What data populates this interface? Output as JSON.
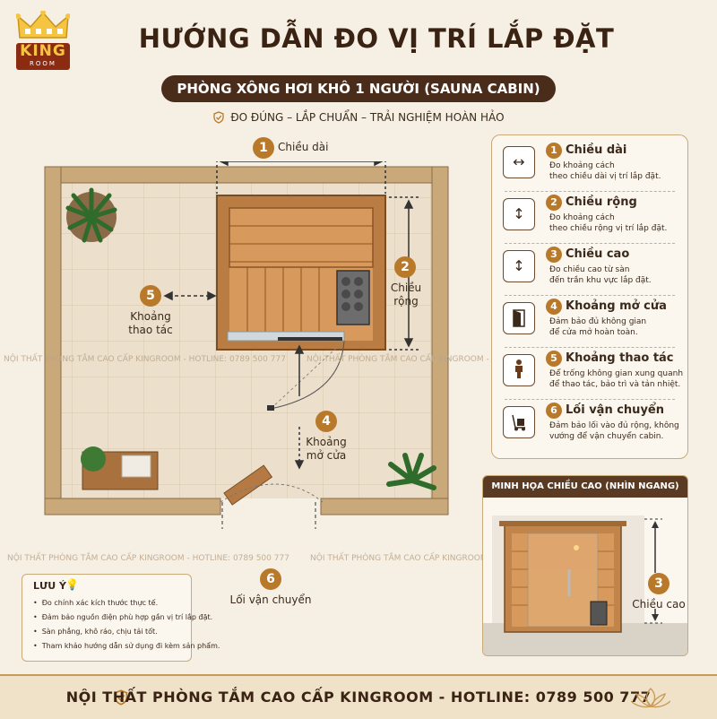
{
  "logo": {
    "main": "KING",
    "sub": "ROOM"
  },
  "header": {
    "title": "HƯỚNG DẪN ĐO VỊ TRÍ LẮP ĐẶT",
    "subtitle": "PHÒNG XÔNG HƠI KHÔ 1 NGƯỜI (SAUNA CABIN)",
    "tagline": "ĐO ĐÚNG – LẮP CHUẨN – TRẢI NGHIỆM HOÀN HẢO"
  },
  "plan": {
    "length": {
      "num": "1",
      "label": "Chiều dài"
    },
    "width": {
      "num": "2",
      "label1": "Chiều",
      "label2": "rộng"
    },
    "door": {
      "num": "4",
      "label1": "Khoảng",
      "label2": "mở cửa"
    },
    "operate": {
      "num": "5",
      "label1": "Khoảng",
      "label2": "thao tác"
    },
    "transport": {
      "num": "6",
      "label": "Lối vận chuyển"
    }
  },
  "legend": {
    "items": [
      {
        "num": "1",
        "icon": "horizontal-arrows-icon",
        "glyph": "↔",
        "title": "Chiều dài",
        "desc1": "Đo khoảng cách",
        "desc2": "theo chiều dài vị trí lắp đặt."
      },
      {
        "num": "2",
        "icon": "vertical-arrows-icon",
        "glyph": "↕",
        "title": "Chiều rộng",
        "desc1": "Đo khoảng cách",
        "desc2": "theo chiều rộng vị trí lắp đặt."
      },
      {
        "num": "3",
        "icon": "height-arrows-icon",
        "glyph": "↕",
        "title": "Chiều cao",
        "desc1": "Đo chiều cao từ sàn",
        "desc2": "đến trần khu vực lắp đặt."
      },
      {
        "num": "4",
        "icon": "door-icon",
        "glyph": "🚪",
        "title": "Khoảng mở cửa",
        "desc1": "Đảm bảo đủ không gian",
        "desc2": "để cửa mở hoàn toàn."
      },
      {
        "num": "5",
        "icon": "person-icon",
        "glyph": "👤",
        "title": "Khoảng thao tác",
        "desc1": "Để trống không gian xung quanh",
        "desc2": "để thao tác, bảo trì và tản nhiệt."
      },
      {
        "num": "6",
        "icon": "hand-truck-icon",
        "glyph": "⛟",
        "title": "Lối vận chuyển",
        "desc1": "Đảm bảo lối vào đủ rộng, không",
        "desc2": "vướng để vận chuyển cabin."
      }
    ]
  },
  "side_view": {
    "heading": "MINH HỌA CHIỀU CAO (NHÌN NGANG)",
    "num": "3",
    "label": "Chiều cao"
  },
  "note": {
    "title": "LƯU Ý",
    "items": [
      "Đo chính xác kích thước thực tế.",
      "Đảm bảo nguồn điện phù hợp gần vị trí lắp đặt.",
      "Sàn phẳng, khô ráo, chịu tải tốt.",
      "Tham khảo hướng dẫn sử dụng đi kèm sản phẩm."
    ]
  },
  "watermark": "NỘI THẤT PHÒNG TẮM CAO CẤP KINGROOM - HOTLINE: 0789 500 777",
  "footer": {
    "text": "NỘI THẤT PHÒNG TẮM CAO CẤP KINGROOM - HOTLINE: 0789 500 777"
  },
  "colors": {
    "accent": "#b87a2a",
    "dark_brown": "#4a2c1a",
    "background": "#f6efe3",
    "wood": "#c98a4b"
  }
}
